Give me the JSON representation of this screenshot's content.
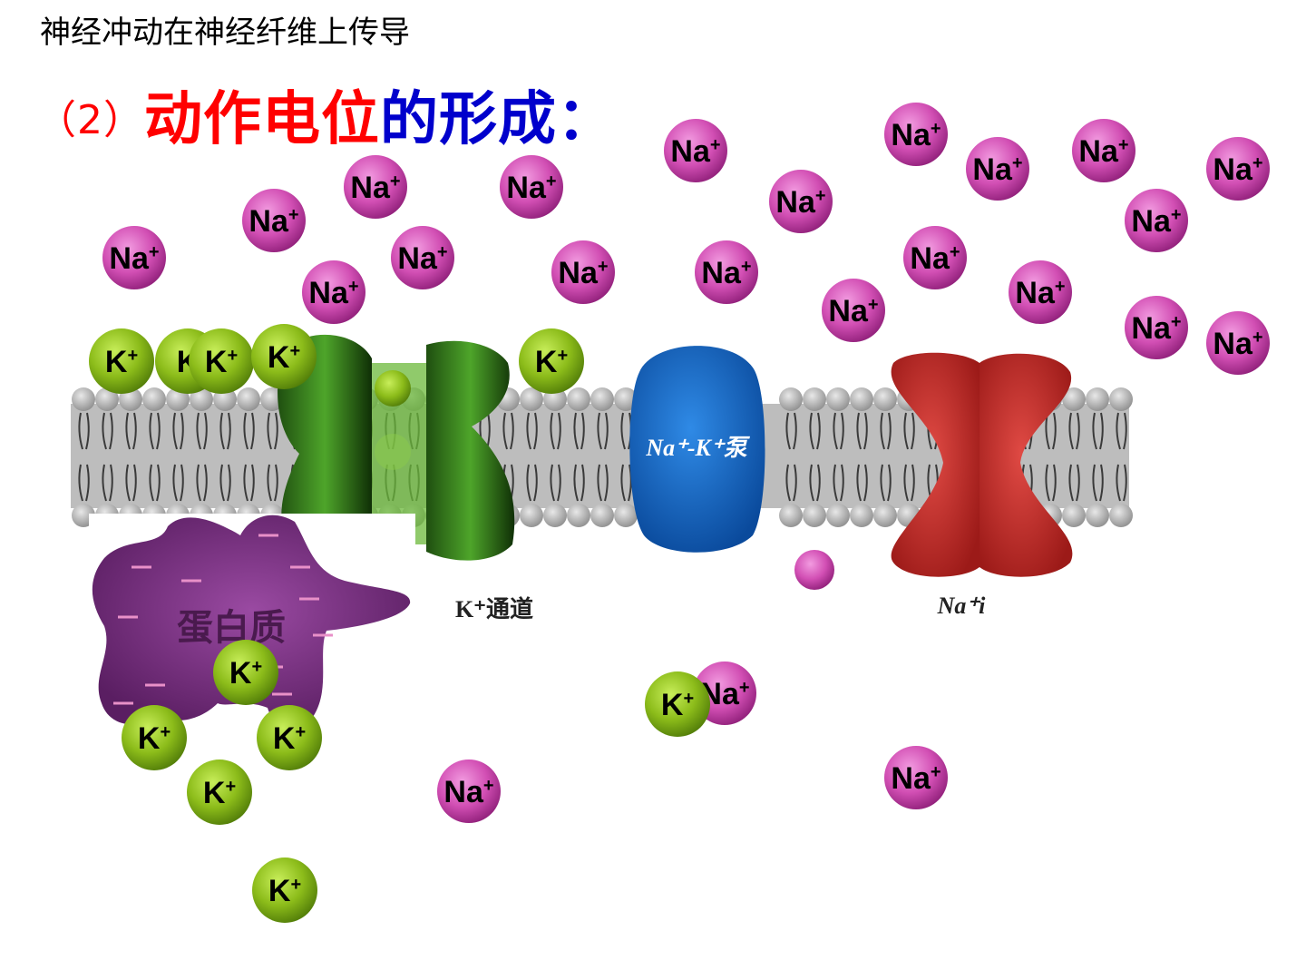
{
  "header": {
    "caption": "神经冲动在神经纤维上传导"
  },
  "title": {
    "number": "（2）",
    "part_red": "动作电位",
    "part_blue": "的形成："
  },
  "labels": {
    "k_channel": "K⁺通道",
    "na_k_pump": "Na⁺-K⁺泵",
    "na_channel": "Na⁺i",
    "protein": "蛋白质"
  },
  "ions": {
    "na_label": "Na",
    "k_label": "K",
    "k_truncated_label": "K",
    "superscript": "+"
  },
  "colors": {
    "sodium": "#c83ea6",
    "potassium": "#7fae14",
    "k_channel": "#2f7a1a",
    "pump": "#1060c0",
    "na_channel": "#c8302e",
    "protein": "#7a2a82",
    "membrane": "#b9b9b9",
    "title_red": "#ff0000",
    "title_blue": "#0000cc"
  }
}
